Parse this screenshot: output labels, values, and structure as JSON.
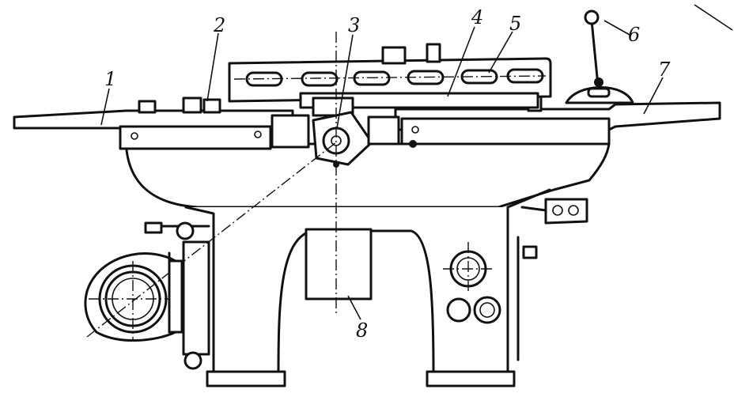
{
  "callouts": [
    {
      "id": "1",
      "text": "1"
    },
    {
      "id": "2",
      "text": "2"
    },
    {
      "id": "3",
      "text": "3"
    },
    {
      "id": "4",
      "text": "4"
    },
    {
      "id": "5",
      "text": "5"
    },
    {
      "id": "6",
      "text": "6"
    },
    {
      "id": "7",
      "text": "7"
    },
    {
      "id": "8",
      "text": "8"
    }
  ],
  "colors": {
    "ink": "#111111",
    "paper": "#ffffff"
  }
}
